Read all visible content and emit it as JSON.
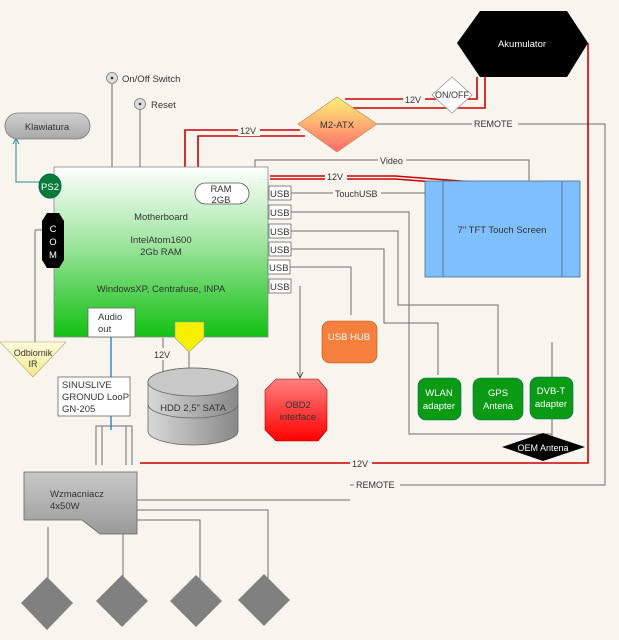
{
  "diagram": {
    "title": "Car PC wiring diagram",
    "nodes": {
      "battery": {
        "label": "Akumulator",
        "color": "#000000"
      },
      "onoff": {
        "label": "ON/OFF"
      },
      "psu": {
        "label": "M2-ATX"
      },
      "keyboard": {
        "label": "Klawiatura"
      },
      "power_switch": {
        "label": "On/Off Switch"
      },
      "reset": {
        "label": "Reset"
      },
      "ps2": {
        "label": "PS2"
      },
      "com": {
        "label": "COM",
        "chars": [
          "C",
          "O",
          "M"
        ]
      },
      "motherboard": {
        "title": "Motherboard",
        "cpu_line1": "IntelAtom1600",
        "cpu_line2": "2Gb RAM",
        "software": "WindowsXP, Centrafuse, INPA",
        "ram_line1": "RAM",
        "ram_line2": "2GB",
        "audio_line1": "Audio",
        "audio_line2": "out",
        "usb_ports": [
          "USB",
          "USB",
          "USB",
          "USB",
          "USB",
          "USB"
        ]
      },
      "screen": {
        "label": "7\" TFT Touch Screen",
        "color": "#80bfff"
      },
      "ir": {
        "line1": "Odbiornik",
        "line2": "IR"
      },
      "ground_loop": {
        "line1": "SINUSLIVE",
        "line2": "GRONUD LooP",
        "line3": "GN-205"
      },
      "hdd": {
        "label": "HDD 2,5\" SATA"
      },
      "usb_hub": {
        "label": "USB HUB",
        "color": "#f5803e"
      },
      "obd2": {
        "line1": "OBD2",
        "line2": "interface"
      },
      "wlan": {
        "line1": "WLAN",
        "line2": "adapter"
      },
      "gps": {
        "line1": "GPS",
        "line2": "Antena"
      },
      "dvbt": {
        "line1": "DVB-T",
        "line2": "adapter"
      },
      "oem_antenna": {
        "label": "OEM Antena"
      },
      "amplifier": {
        "line1": "Wzmacniacz",
        "line2": "4x50W"
      },
      "speakers": [
        "speaker-1",
        "speaker-2",
        "speaker-3",
        "speaker-4"
      ]
    },
    "wire_labels": {
      "v12_battery_psu": "12V",
      "v12_psu_mb": "12V",
      "v12_screen": "12V",
      "v12_hdd": "12V",
      "v12_amp": "12V",
      "remote_psu": "REMOTE",
      "remote_amp": "REMOTE",
      "video": "Video",
      "touch_usb": "TouchUSB"
    },
    "colors": {
      "power_wire": "#cc0000",
      "signal_wire": "#666666",
      "audio_wire": "#1a7fc0",
      "ps2_wire": "#2a8a9a",
      "green_module": "#0b9a14"
    }
  }
}
